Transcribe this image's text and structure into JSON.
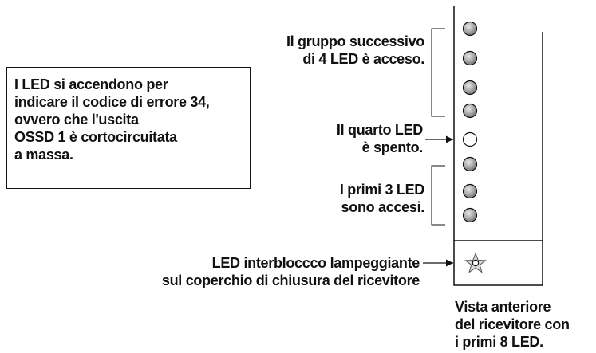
{
  "colors": {
    "stroke": "#111111",
    "led_on_fill": "#9a9a9a",
    "led_off_fill": "#ffffff",
    "star_fill": "#d8d8d8"
  },
  "info_box": {
    "lines": [
      "I LED si accendono per",
      "indicare il codice di errore 34,",
      "ovvero che l'uscita",
      "OSSD 1 è cortocircuitata",
      "a massa."
    ]
  },
  "labels": {
    "next_group": [
      "Il gruppo successivo",
      "di 4 LED è acceso."
    ],
    "fourth_led": [
      "Il quarto LED",
      "è spento."
    ],
    "first_three": [
      "I primi 3 LED",
      "sono accesi."
    ],
    "interlock": [
      "LED interbloccco lampeggiante",
      "sul coperchio di chiusura del ricevitore"
    ],
    "front_view": [
      "Vista anteriore",
      "del ricevitore con",
      "i primi 8 LED."
    ]
  },
  "leds": [
    {
      "state": "on"
    },
    {
      "state": "on"
    },
    {
      "state": "on"
    },
    {
      "state": "on"
    },
    {
      "state": "off"
    },
    {
      "state": "on"
    },
    {
      "state": "on"
    },
    {
      "state": "on"
    }
  ],
  "icons": {
    "interlock_led": "star-with-circle-icon",
    "arrow": "arrow-right-icon"
  }
}
